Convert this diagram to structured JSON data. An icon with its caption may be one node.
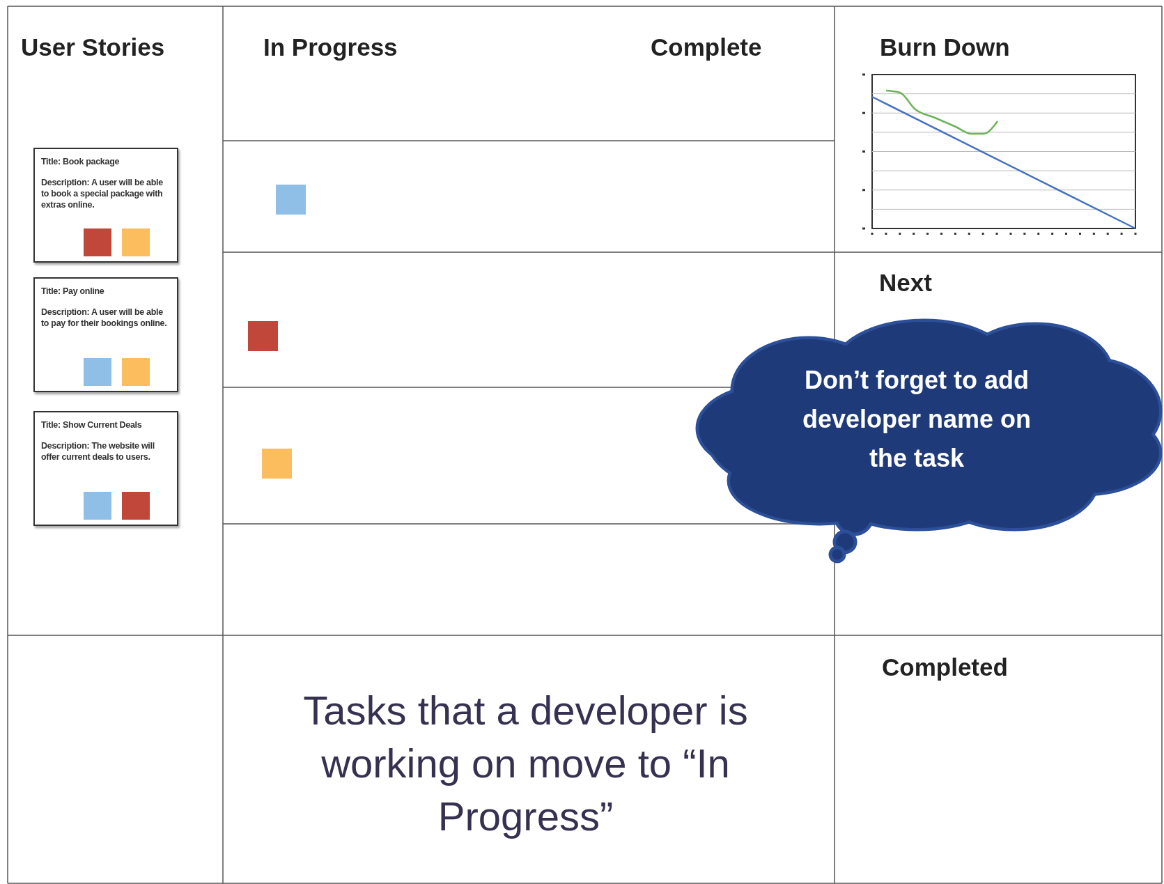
{
  "diagram": {
    "nodes": [
      {
        "text": [
          "Title: Book package",
          "Description: A user will be able to book a special package with extras online."
        ]
      },
      {
        "text": [
          "Title: Pay online",
          "Description: A user will be able to pay for their bookings online."
        ]
      },
      {
        "text": [
          "Title: Show Current Deals",
          "Description: The website will offer current deals to users."
        ]
      },
      {
        "text": [
          "Don’t forget to add developer name on the task"
        ]
      }
    ],
    "labels": [
      "User Stories",
      "In Progress",
      "Complete",
      "Burn Down",
      "Next",
      "Completed",
      "Tasks that a developer is working on move to “In Progress”"
    ]
  }
}
